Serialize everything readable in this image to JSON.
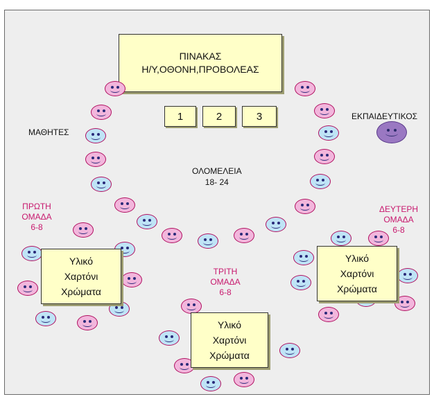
{
  "board": {
    "line1": "ΠΙΝΑΚΑΣ",
    "line2": "Η/Υ,ΟΘΟΝΗ,ΠΡΟΒΟΛΕΑΣ"
  },
  "numbers": [
    "1",
    "2",
    "3"
  ],
  "teacher_label": "ΕΚΠΑΙΔΕΥΤΙΚΟΣ",
  "students_label": "ΜΑΘΗΤΕΣ",
  "whole_class": {
    "line1": "ΟΛΟΜΕΛΕΙΑ",
    "line2": "18- 24"
  },
  "groups": {
    "first": {
      "line1": "ΠΡΩΤΗ",
      "line2": "ΟΜΑΔΑ",
      "line3": "6-8"
    },
    "second": {
      "line1": "ΔΕΥΤΕΡΗ",
      "line2": "ΟΜΑΔΑ",
      "line3": "6-8"
    },
    "third": {
      "line1": "ΤΡΙΤΗ",
      "line2": "ΟΜΑΔΑ",
      "line3": "6-8"
    }
  },
  "materials": {
    "line1": "Υλικό",
    "line2": "Χαρτόνι",
    "line3": "Χρώματα"
  },
  "colors": {
    "pink_face": "#f2b6dc",
    "blue_face": "#bfe4f6",
    "card": "#ffffc8",
    "teacher": "#9a78c2",
    "group_label": "#c8196e"
  }
}
